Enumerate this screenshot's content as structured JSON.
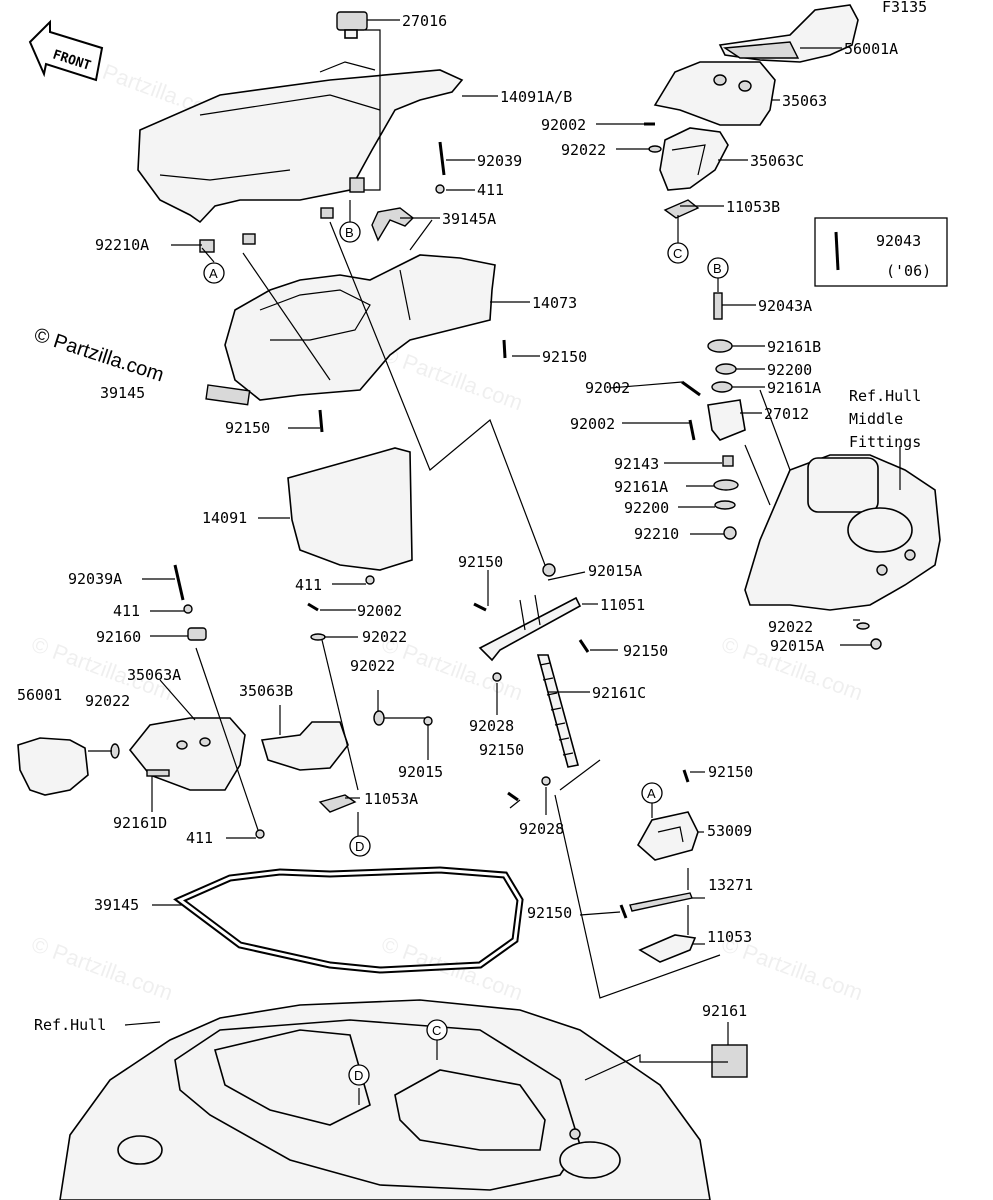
{
  "figure_code": "F3135",
  "copyright": "© Partzilla.com",
  "watermark": "© Partzilla.com",
  "front_badge": "FRONT",
  "parts": {
    "p27016": "27016",
    "p56001A": "56001A",
    "p14091AB": "14091A/B",
    "p35063": "35063",
    "p92002a": "92002",
    "p92039": "92039",
    "p92022a": "92022",
    "p35063C": "35063C",
    "p411a": "411",
    "p39145A": "39145A",
    "p11053B": "11053B",
    "p92043": "92043",
    "p92043_note": "('06)",
    "p92210A": "92210A",
    "p14073": "14073",
    "p92043A": "92043A",
    "p92161B": "92161B",
    "p92150a": "92150",
    "p92200a": "92200",
    "p39145b": "39145",
    "p92002b": "92002",
    "p92161A": "92161A",
    "p27012": "27012",
    "p92150b": "92150",
    "p92002c": "92002",
    "p92143": "92143",
    "p92161A2": "92161A",
    "p92200b": "92200",
    "p14091": "14091",
    "p92210": "92210",
    "p411b": "411",
    "p92150c": "92150",
    "p92015A": "92015A",
    "p92039A": "92039A",
    "p92002d": "92002",
    "p11051": "11051",
    "p411c": "411",
    "p92022b": "92022",
    "p92160": "92160",
    "p92022c": "92022",
    "p92150d": "92150",
    "p92022d": "92022",
    "p92015A2": "92015A",
    "p35063A": "35063A",
    "p35063B": "35063B",
    "p92161C": "92161C",
    "p56001": "56001",
    "p92022e": "92022",
    "p92028a": "92028",
    "p92150e": "92150",
    "p92015": "92015",
    "p92150f": "92150",
    "p11053A": "11053A",
    "p92161D": "92161D",
    "p92028b": "92028",
    "p53009": "53009",
    "p411d": "411",
    "p39145": "39145",
    "p13271": "13271",
    "p92150g": "92150",
    "p11053": "11053",
    "p92161": "92161"
  },
  "references": {
    "hull_middle_1": "Ref.Hull",
    "hull_middle_2": "Middle",
    "hull_middle_3": "Fittings",
    "hull": "Ref.Hull"
  },
  "callouts": {
    "A": "A",
    "B": "B",
    "C": "C",
    "D": "D"
  }
}
